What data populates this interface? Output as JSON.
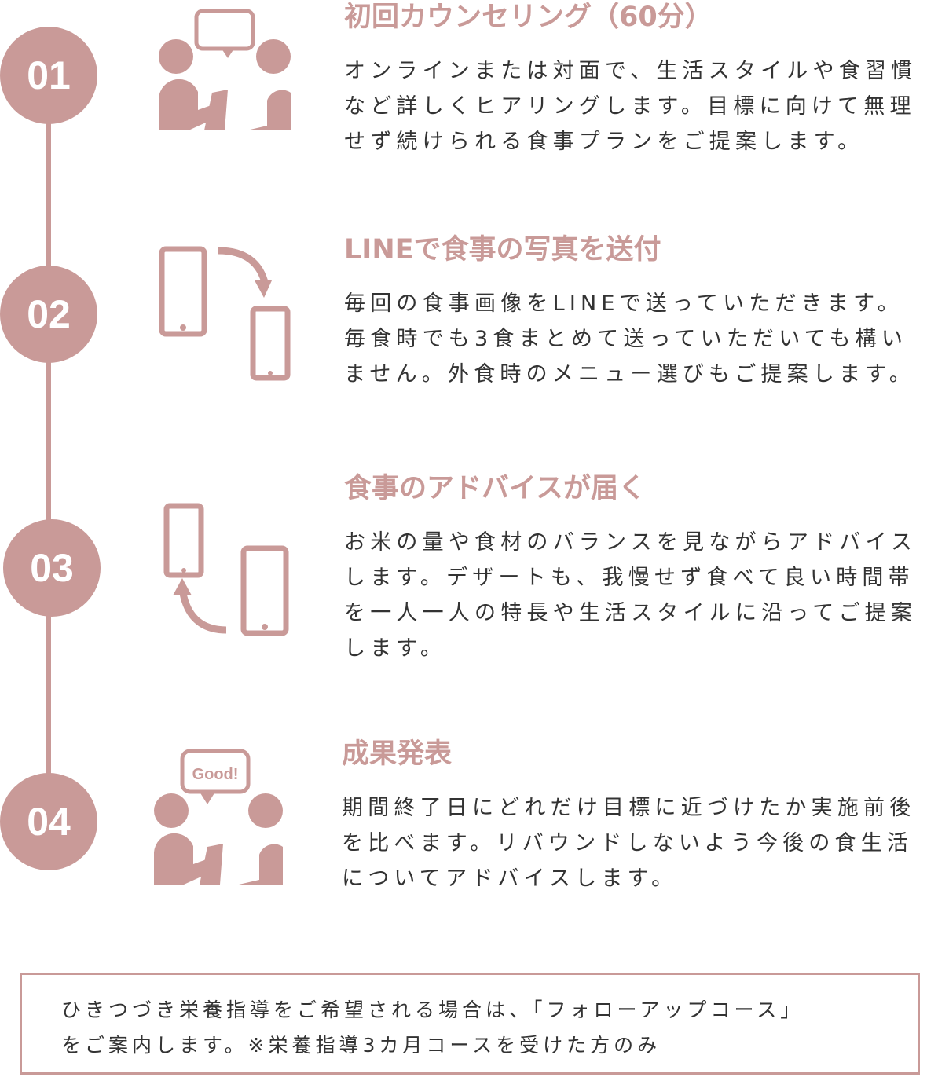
{
  "accent_color": "#c99a98",
  "steps": [
    {
      "number": "01",
      "icon": "counseling-icon",
      "title": "初回カウンセリング（60分）",
      "lines": [
        "オンラインまたは対面で、生活スタイルや食習慣",
        "など詳しくヒアリングします。目標に向けて無理",
        "せず続けられる食事プランをご提案します。"
      ]
    },
    {
      "number": "02",
      "icon": "send-photo-icon",
      "title": "LINEで食事の写真を送付",
      "lines": [
        "毎回の食事画像をLINEで送っていただきます。",
        "毎食時でも3食まとめて送っていただいても構い",
        "ません。外食時のメニュー選びもご提案します。"
      ]
    },
    {
      "number": "03",
      "icon": "receive-advice-icon",
      "title": "食事のアドバイスが届く",
      "lines": [
        "お米の量や食材のバランスを見ながらアドバイス",
        "します。デザートも、我慢せず食べて良い時間帯",
        "を一人一人の特長や生活スタイルに沿ってご提案",
        "します。"
      ]
    },
    {
      "number": "04",
      "icon": "good-result-icon",
      "title": "成果発表",
      "bubble": "Good!",
      "lines": [
        "期間終了日にどれだけ目標に近づけたか実施前後",
        "を比べます。リバウンドしないよう今後の食生活",
        "についてアドバイスします。"
      ]
    }
  ],
  "note": {
    "lines": [
      "ひきつづき栄養指導をご希望される場合は、「フォローアップコース」",
      "をご案内します。※栄養指導3カ月コースを受けた方のみ"
    ]
  }
}
